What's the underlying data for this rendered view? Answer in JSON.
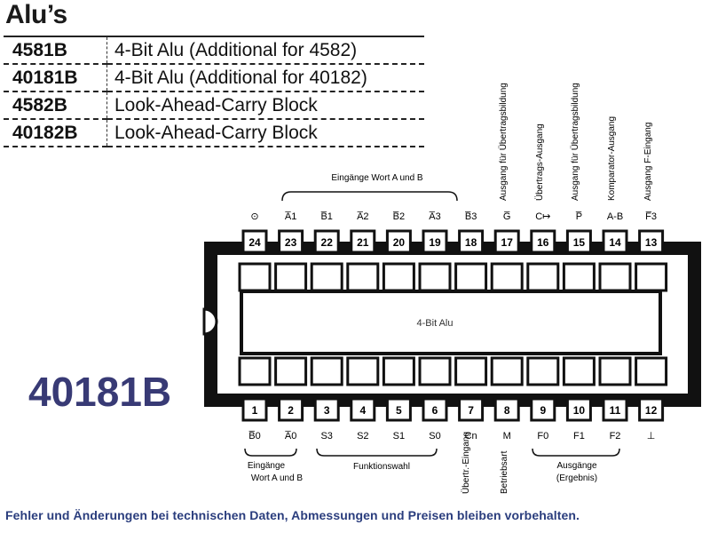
{
  "title": "Alu’s",
  "parts": [
    {
      "code": "4581B",
      "desc": "4-Bit Alu (Additional for 4582)"
    },
    {
      "code": "40181B",
      "desc": "4-Bit Alu (Additional for 40182)"
    },
    {
      "code": "4582B",
      "desc": "Look-Ahead-Carry Block"
    },
    {
      "code": "40182B",
      "desc": "Look-Ahead-Carry Block"
    }
  ],
  "model": "40181B",
  "footer": "Fehler und Änderungen bei technischen Daten, Abmessungen und Preisen bleiben vorbehalten.",
  "chip": {
    "center_label": "4-Bit Alu",
    "pins_top": [
      {
        "num": "24",
        "label": "⊙"
      },
      {
        "num": "23",
        "label": "A̅1"
      },
      {
        "num": "22",
        "label": "B̅1"
      },
      {
        "num": "21",
        "label": "A̅2"
      },
      {
        "num": "20",
        "label": "B̅2"
      },
      {
        "num": "19",
        "label": "A̅3"
      },
      {
        "num": "18",
        "label": "B̅3"
      },
      {
        "num": "17",
        "label": "G̅"
      },
      {
        "num": "16",
        "label": "C↦"
      },
      {
        "num": "15",
        "label": "P̅"
      },
      {
        "num": "14",
        "label": "A-B"
      },
      {
        "num": "13",
        "label": "F̅3"
      }
    ],
    "pins_bottom": [
      {
        "num": "1",
        "label": "B̅0"
      },
      {
        "num": "2",
        "label": "A̅0"
      },
      {
        "num": "3",
        "label": "S3"
      },
      {
        "num": "4",
        "label": "S2"
      },
      {
        "num": "5",
        "label": "S1"
      },
      {
        "num": "6",
        "label": "S0"
      },
      {
        "num": "7",
        "label": "Cn"
      },
      {
        "num": "8",
        "label": "M"
      },
      {
        "num": "9",
        "label": "F0"
      },
      {
        "num": "10",
        "label": "F1"
      },
      {
        "num": "11",
        "label": "F2"
      },
      {
        "num": "12",
        "label": "⊥"
      }
    ],
    "top_group": "Eingänge Wort A und B",
    "top_vertical": [
      "Ausgang für Übertragsbildung",
      "Übertrags-Ausgang",
      "Ausgang für Übertragsbildung",
      "Komparator-Ausgang",
      "Ausgang F-Eingang"
    ],
    "bottom_group_left": [
      "Eingänge",
      "Wort A und B"
    ],
    "bottom_group_mid": "Funktionswahl",
    "bottom_vertical_cn": "Übertr.-Eingang",
    "bottom_vertical_m": "Betriebsart",
    "bottom_group_right": [
      "Ausgänge",
      "(Ergebnis)"
    ]
  }
}
